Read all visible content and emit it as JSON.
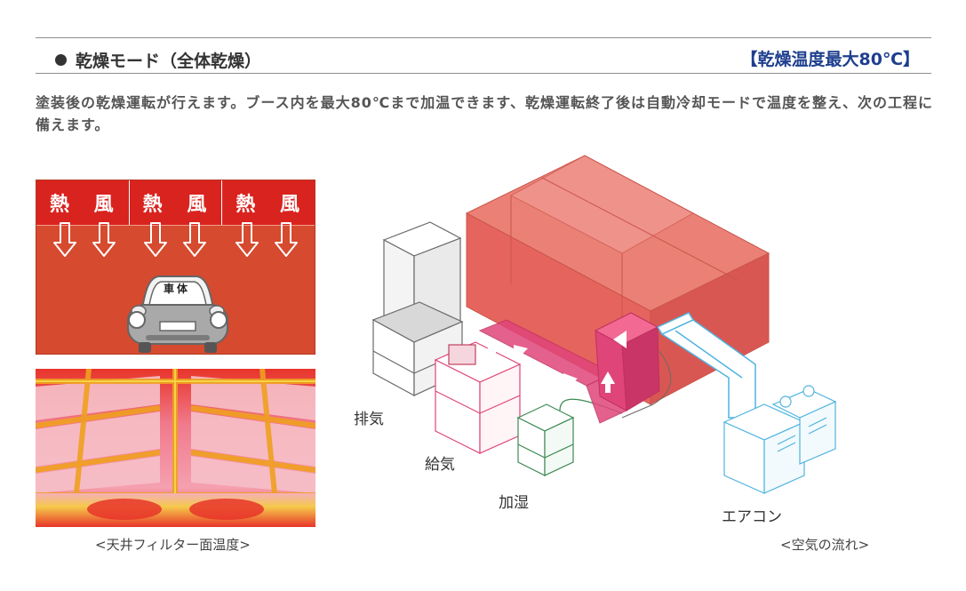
{
  "header": {
    "title": "乾燥モード（全体乾燥）",
    "badge": "【乾燥温度最大80℃】"
  },
  "description": "塗装後の乾燥運転が行えます。ブース内を最大80℃まで加温できます、乾燥運転終了後は自動冷却モードで温度を整え、次の工程に備えます。",
  "booth": {
    "wind_labels": [
      "熱 風",
      "熱 風",
      "熱 風"
    ],
    "car_label": "車体"
  },
  "captions": {
    "thermo": "<天井フィルター面温度>",
    "airflow": "<空気の流れ>"
  },
  "flow_labels": {
    "exhaust": "排気",
    "supply": "給気",
    "humidify": "加湿",
    "aircon": "エアコン"
  },
  "colors": {
    "booth_red": "#d64a2f",
    "ceiling_red": "#d9231f",
    "badge_blue": "#1e3f8e",
    "duct_blue": "#4fb3e0",
    "duct_pink": "#e0457a",
    "humidifier_green": "#3e8a55"
  }
}
